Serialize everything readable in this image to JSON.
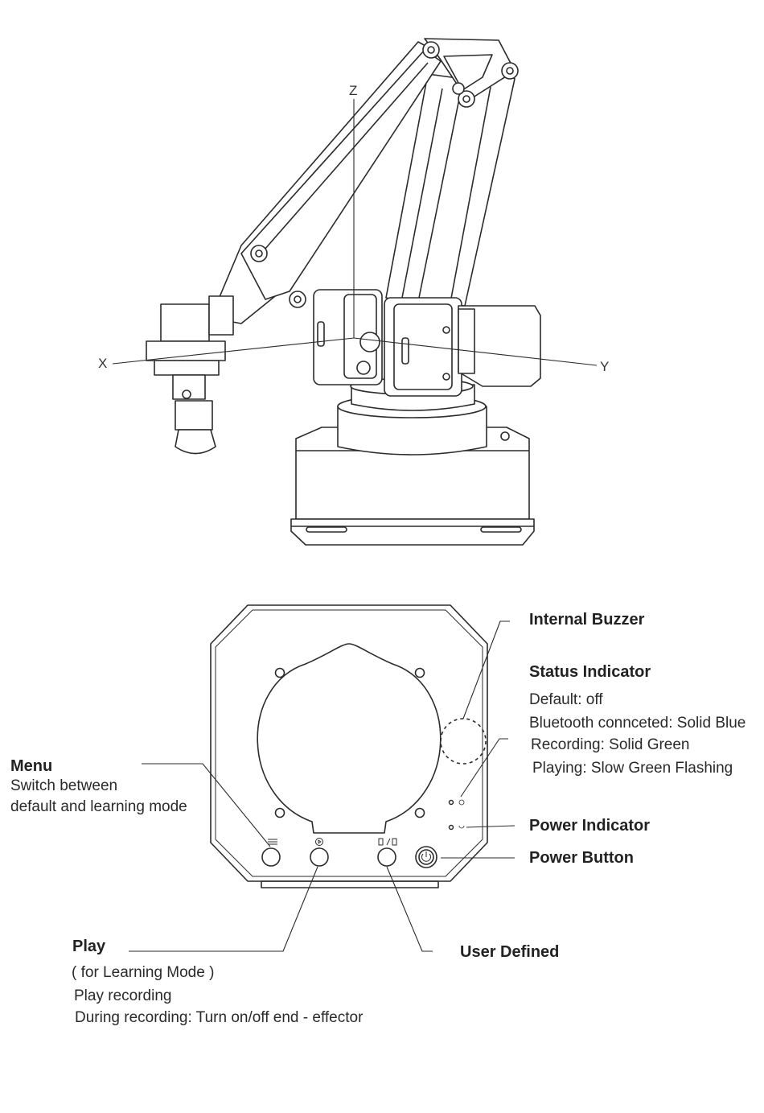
{
  "axes": {
    "x": "X",
    "y": "Y",
    "z": "Z"
  },
  "labels": {
    "internal_buzzer": "Internal Buzzer",
    "status_indicator": {
      "title": "Status Indicator",
      "lines": [
        "Default: off",
        "Bluetooth connceted: Solid Blue",
        "Recording: Solid Green",
        "Playing: Slow Green Flashing"
      ]
    },
    "menu": {
      "title": "Menu",
      "lines": [
        "Switch between",
        "default and learning mode"
      ]
    },
    "power_indicator": "Power Indicator",
    "power_button": "Power Button",
    "play": {
      "title": "Play",
      "lines": [
        "( for Learning Mode )",
        "Play recording",
        "During recording: Turn on/off end - effector"
      ]
    },
    "user_defined": "User Defined"
  }
}
